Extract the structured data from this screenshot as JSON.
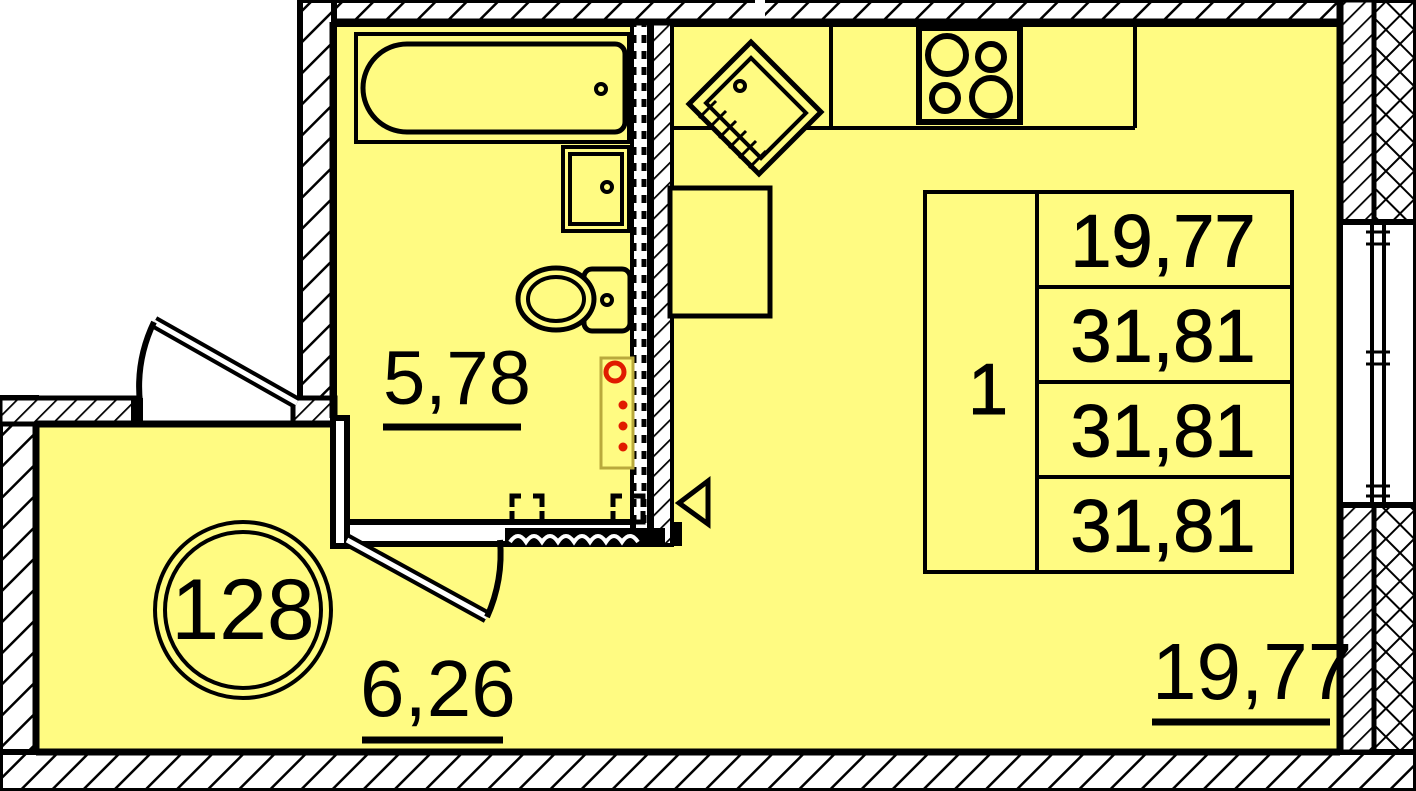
{
  "plan": {
    "title": "Apartment floor plan",
    "apartment_number": "128",
    "colors": {
      "floor_fill": "#FFFB82",
      "wall_stroke": "#000000",
      "wall_hatch_fill": "#FFFFFF",
      "riser_marker": "#E01B00",
      "text": "#000000"
    },
    "rooms": [
      {
        "id": "bathroom",
        "area_label": "5,78",
        "underlined": true
      },
      {
        "id": "living-room",
        "area_label": "6,26",
        "underlined": true
      },
      {
        "id": "kitchen",
        "area_label": "19,77",
        "underlined": true
      }
    ],
    "summary_table": {
      "rooms_count": "1",
      "values": [
        "19,77",
        "31,81",
        "31,81",
        "31,81"
      ]
    },
    "fixtures": [
      {
        "name": "bathtub"
      },
      {
        "name": "washbasin"
      },
      {
        "name": "toilet"
      },
      {
        "name": "kitchen-sink"
      },
      {
        "name": "cooktop"
      },
      {
        "name": "kitchen-counter"
      },
      {
        "name": "plumbing-riser"
      }
    ],
    "doors": [
      {
        "name": "entrance-door"
      },
      {
        "name": "bathroom-door"
      }
    ],
    "markers": [
      {
        "name": "entry-direction-triangle"
      },
      {
        "name": "shaft-bracket-left"
      },
      {
        "name": "shaft-bracket-right"
      }
    ],
    "windows": [
      {
        "name": "right-wall-window"
      }
    ]
  }
}
